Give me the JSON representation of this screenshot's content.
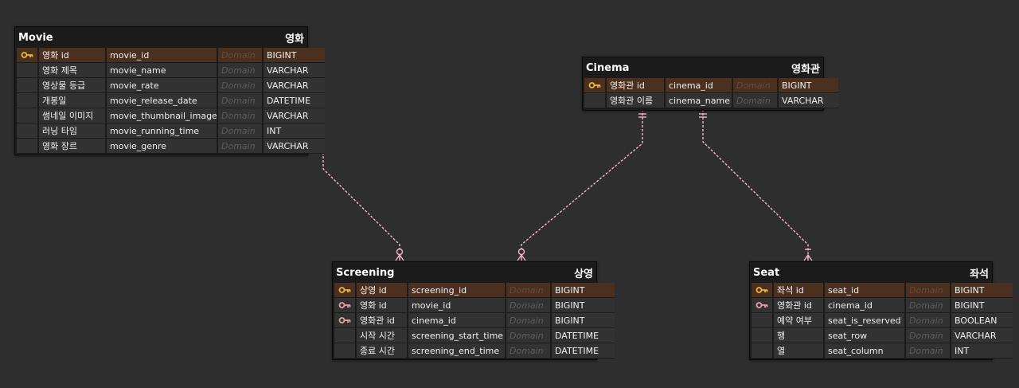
{
  "colors": {
    "background": "#2e2e2e",
    "table": "#1b1b1b",
    "cell": "#323232",
    "pk_row": "#4b3020",
    "pk_icon": "#e8b83a",
    "fk_icon": "#e8a0a8",
    "relation": "#f2b8c6"
  },
  "entities": {
    "movie": {
      "name": "Movie",
      "label": "영화",
      "columns": [
        {
          "key": "pk",
          "logical": "영화 id",
          "physical": "movie_id",
          "domain": "Domain",
          "type": "BIGINT"
        },
        {
          "key": "",
          "logical": "영화 제목",
          "physical": "movie_name",
          "domain": "Domain",
          "type": "VARCHAR"
        },
        {
          "key": "",
          "logical": "영상물 등급",
          "physical": "movie_rate",
          "domain": "Domain",
          "type": "VARCHAR"
        },
        {
          "key": "",
          "logical": "개봉일",
          "physical": "movie_release_date",
          "domain": "Domain",
          "type": "DATETIME"
        },
        {
          "key": "",
          "logical": "썸네일 이미지",
          "physical": "movie_thumbnail_image",
          "domain": "Domain",
          "type": "VARCHAR"
        },
        {
          "key": "",
          "logical": "러닝 타임",
          "physical": "movie_running_time",
          "domain": "Domain",
          "type": "INT"
        },
        {
          "key": "",
          "logical": "영화 장르",
          "physical": "movie_genre",
          "domain": "Domain",
          "type": "VARCHAR"
        }
      ]
    },
    "cinema": {
      "name": "Cinema",
      "label": "영화관",
      "columns": [
        {
          "key": "pk",
          "logical": "영화관 id",
          "physical": "cinema_id",
          "domain": "Domain",
          "type": "BIGINT"
        },
        {
          "key": "",
          "logical": "영화관 이름",
          "physical": "cinema_name",
          "domain": "Domain",
          "type": "VARCHAR"
        }
      ]
    },
    "screening": {
      "name": "Screening",
      "label": "상영",
      "columns": [
        {
          "key": "pk",
          "logical": "상영 id",
          "physical": "screening_id",
          "domain": "Domain",
          "type": "BIGINT"
        },
        {
          "key": "fk",
          "logical": "영화 id",
          "physical": "movie_id",
          "domain": "Domain",
          "type": "BIGINT"
        },
        {
          "key": "fk",
          "logical": "영화관 id",
          "physical": "cinema_id",
          "domain": "Domain",
          "type": "BIGINT"
        },
        {
          "key": "",
          "logical": "시작 시간",
          "physical": "screening_start_time",
          "domain": "Domain",
          "type": "DATETIME"
        },
        {
          "key": "",
          "logical": "종료 시간",
          "physical": "screening_end_time",
          "domain": "Domain",
          "type": "DATETIME"
        }
      ]
    },
    "seat": {
      "name": "Seat",
      "label": "좌석",
      "columns": [
        {
          "key": "pk",
          "logical": "좌석 id",
          "physical": "seat_id",
          "domain": "Domain",
          "type": "BIGINT"
        },
        {
          "key": "fk",
          "logical": "영화관 id",
          "physical": "cinema_id",
          "domain": "Domain",
          "type": "BIGINT"
        },
        {
          "key": "",
          "logical": "예약 여부",
          "physical": "seat_is_reserved",
          "domain": "Domain",
          "type": "BOOLEAN"
        },
        {
          "key": "",
          "logical": "행",
          "physical": "seat_row",
          "domain": "Domain",
          "type": "VARCHAR"
        },
        {
          "key": "",
          "logical": "열",
          "physical": "seat_column",
          "domain": "Domain",
          "type": "INT"
        }
      ]
    }
  },
  "relations": [
    {
      "from": "movie",
      "to": "screening",
      "cardinality": "one-to-zero-or-many"
    },
    {
      "from": "cinema",
      "to": "screening",
      "cardinality": "one-to-zero-or-many"
    },
    {
      "from": "cinema",
      "to": "seat",
      "cardinality": "one-to-many"
    }
  ]
}
